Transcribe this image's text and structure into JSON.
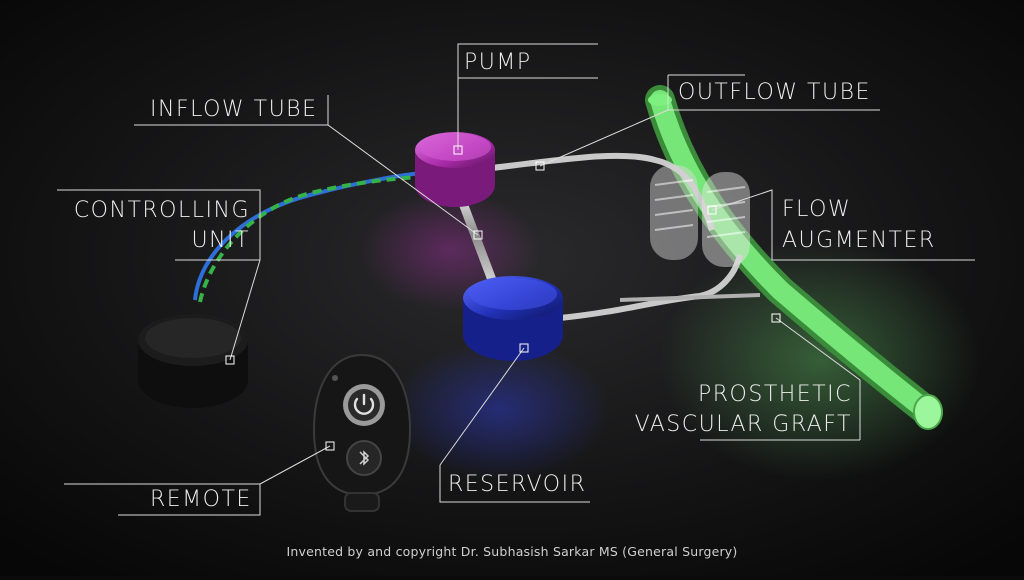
{
  "labels": {
    "pump": "PUMP",
    "inflow_tube": "INFLOW TUBE",
    "outflow_tube": "OUTFLOW TUBE",
    "controlling_unit_line1": "CONTROLLING",
    "controlling_unit_line2": "UNIT",
    "flow_augmenter_line1": "FLOW",
    "flow_augmenter_line2": "AUGMENTER",
    "prosthetic_graft_line1": "PROSTHETIC",
    "prosthetic_graft_line2": "VASCULAR GRAFT",
    "remote": "REMOTE",
    "reservoir": "RESERVOIR"
  },
  "caption": "Invented by and copyright Dr. Subhasish Sarkar MS (General Surgery)",
  "colors": {
    "background": "#0b0b0c",
    "pump": "#b02fb0",
    "reservoir": "#2030b8",
    "graft": "#6fe070",
    "controlling_unit": "#141414",
    "remote": "#1a1a1a",
    "label_line": "#dcdcdc"
  },
  "icons": {
    "remote_top_button": "power-icon",
    "remote_bottom_button": "bluetooth-icon"
  }
}
